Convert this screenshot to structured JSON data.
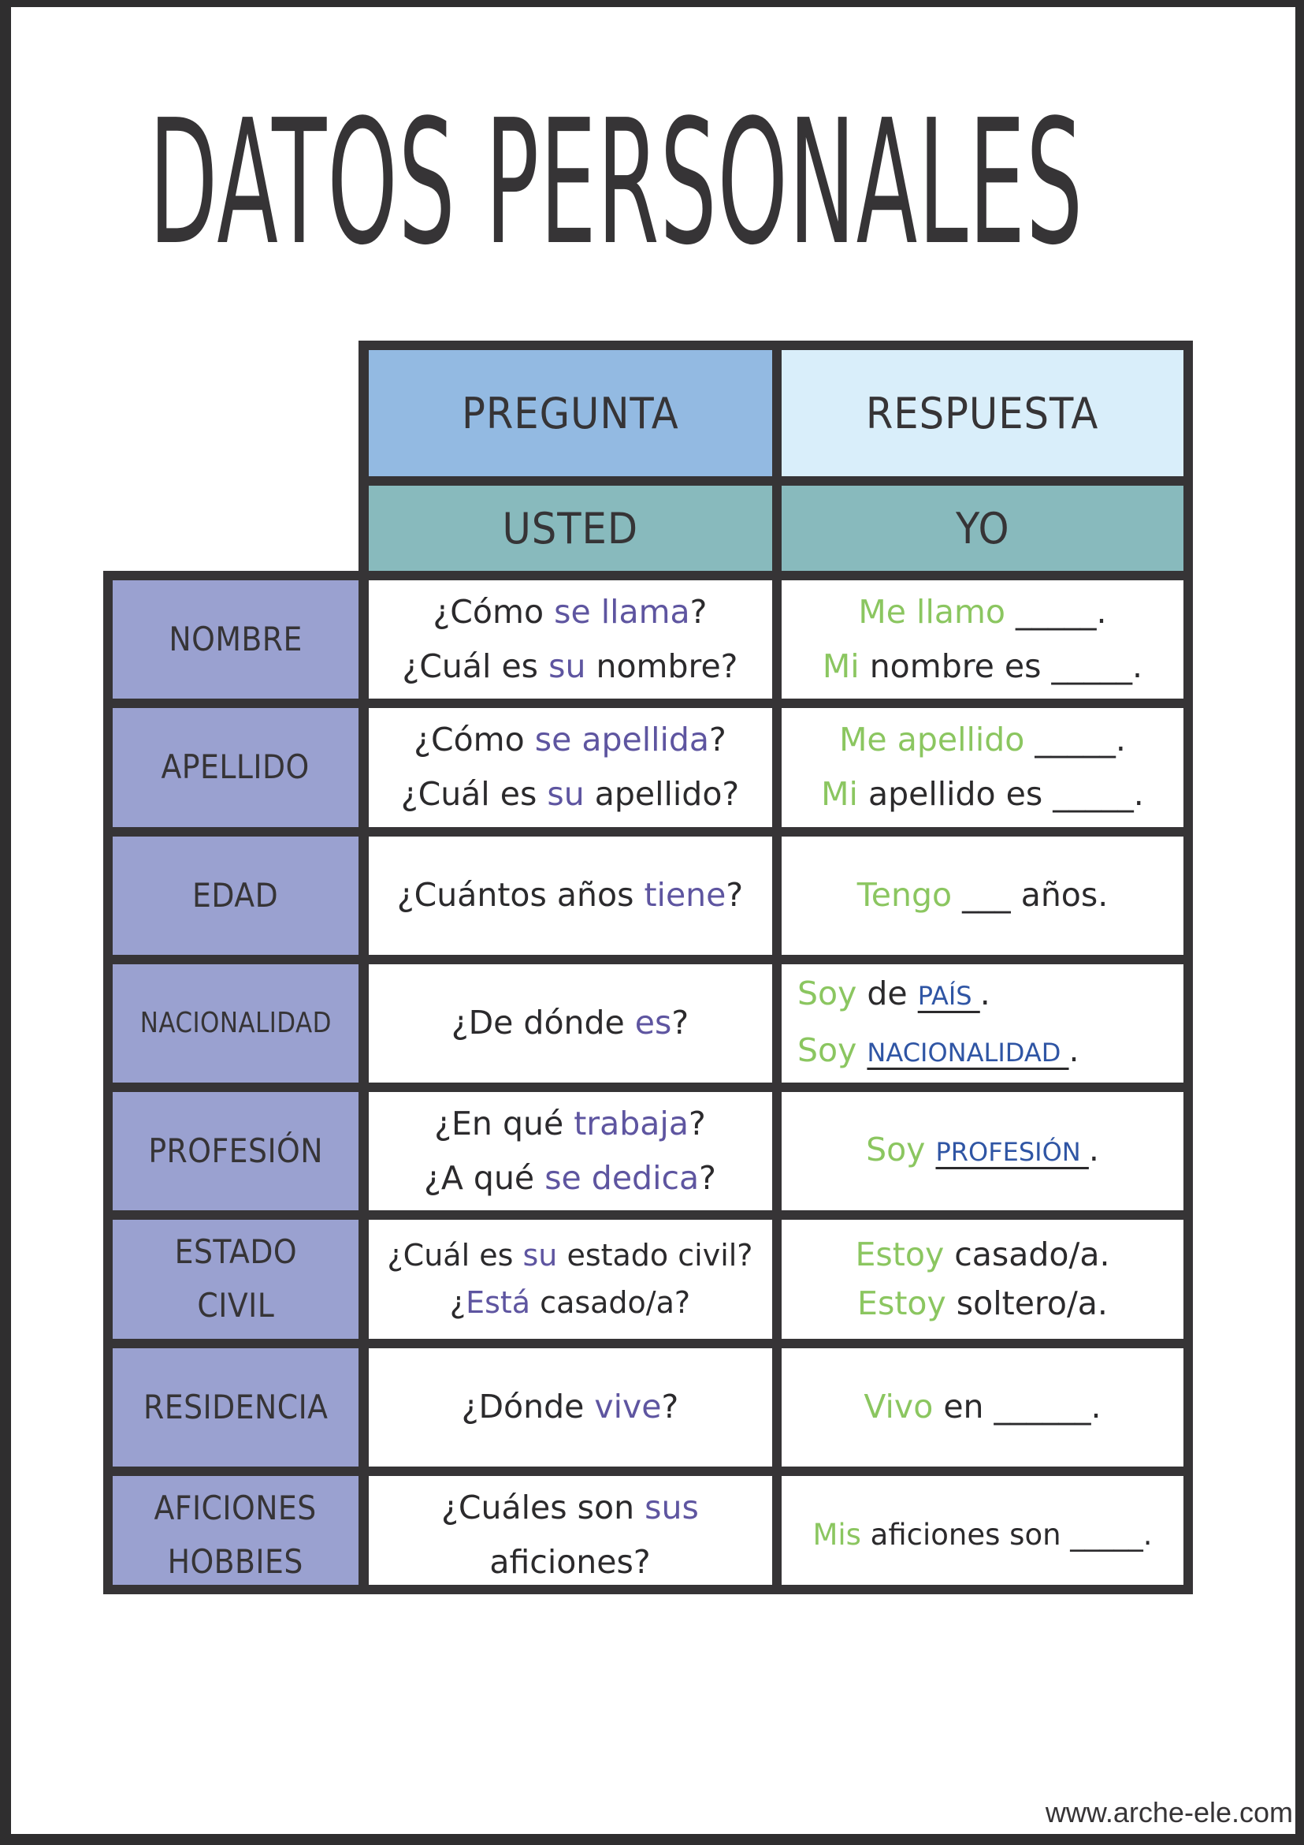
{
  "title": "DATOS PERSONALES",
  "colors": {
    "border": "#363436",
    "header_pregunta_bg": "#93bae2",
    "header_respuesta_bg": "#d9eefa",
    "header_sub_bg": "#88babd",
    "label_bg": "#9aa1d0",
    "question_highlight": "#5e55a0",
    "answer_highlight": "#8bc660",
    "placeholder": "#2f55a4",
    "text": "#2b2a2c"
  },
  "header": {
    "pregunta": "PREGUNTA",
    "respuesta": "RESPUESTA",
    "usted": "USTED",
    "yo": "YO"
  },
  "rows": [
    {
      "label": [
        "NOMBRE"
      ],
      "question": [
        [
          {
            "t": "¿Cómo ",
            "c": "text"
          },
          {
            "t": "se llama",
            "c": "q"
          },
          {
            "t": "?",
            "c": "text"
          }
        ],
        [
          {
            "t": "¿Cuál es ",
            "c": "text"
          },
          {
            "t": "su",
            "c": "q"
          },
          {
            "t": " nombre?",
            "c": "text"
          }
        ]
      ],
      "answer": [
        [
          {
            "t": "Me llamo",
            "c": "a"
          },
          {
            "t": " _____.",
            "c": "text"
          }
        ],
        [
          {
            "t": "Mi",
            "c": "a"
          },
          {
            "t": " nombre es _____.",
            "c": "text"
          }
        ]
      ]
    },
    {
      "label": [
        "APELLIDO"
      ],
      "question": [
        [
          {
            "t": "¿Cómo ",
            "c": "text"
          },
          {
            "t": "se apellida",
            "c": "q"
          },
          {
            "t": "?",
            "c": "text"
          }
        ],
        [
          {
            "t": "¿Cuál es ",
            "c": "text"
          },
          {
            "t": "su",
            "c": "q"
          },
          {
            "t": " apellido?",
            "c": "text"
          }
        ]
      ],
      "answer": [
        [
          {
            "t": "Me apellido",
            "c": "a"
          },
          {
            "t": " _____.",
            "c": "text"
          }
        ],
        [
          {
            "t": "Mi",
            "c": "a"
          },
          {
            "t": " apellido es _____.",
            "c": "text"
          }
        ]
      ]
    },
    {
      "label": [
        "EDAD"
      ],
      "question": [
        [
          {
            "t": "¿Cuántos años ",
            "c": "text"
          },
          {
            "t": "tiene",
            "c": "q"
          },
          {
            "t": "?",
            "c": "text"
          }
        ]
      ],
      "answer": [
        [
          {
            "t": "Tengo",
            "c": "a"
          },
          {
            "t": " ___ años.",
            "c": "text"
          }
        ]
      ]
    },
    {
      "label": [
        "NACIONALIDAD"
      ],
      "label_small": true,
      "question": [
        [
          {
            "t": "¿De dónde ",
            "c": "text"
          },
          {
            "t": "es",
            "c": "q"
          },
          {
            "t": "?",
            "c": "text"
          }
        ]
      ],
      "answer_left": true,
      "answer": [
        [
          {
            "t": "Soy",
            "c": "a"
          },
          {
            "t": " de ",
            "c": "text"
          },
          {
            "t": " PAÍS  ",
            "c": "ph"
          },
          {
            "t": " .",
            "c": "text"
          }
        ],
        [
          {
            "t": "Soy",
            "c": "a"
          },
          {
            "t": " ",
            "c": "text"
          },
          {
            "t": " NACIONALIDAD ",
            "c": "ph"
          },
          {
            "t": " .",
            "c": "text"
          }
        ]
      ]
    },
    {
      "label": [
        "PROFESIÓN"
      ],
      "question": [
        [
          {
            "t": "¿En qué ",
            "c": "text"
          },
          {
            "t": "trabaja",
            "c": "q"
          },
          {
            "t": "?",
            "c": "text"
          }
        ],
        [
          {
            "t": "¿A qué ",
            "c": "text"
          },
          {
            "t": "se dedica",
            "c": "q"
          },
          {
            "t": "?",
            "c": "text"
          }
        ]
      ],
      "answer": [
        [
          {
            "t": "Soy",
            "c": "a"
          },
          {
            "t": " ",
            "c": "text"
          },
          {
            "t": "  PROFESIÓN  ",
            "c": "ph"
          },
          {
            "t": ".",
            "c": "text"
          }
        ]
      ]
    },
    {
      "label": [
        "ESTADO",
        "CIVIL"
      ],
      "question_tight": true,
      "question": [
        [
          {
            "t": "¿Cuál es ",
            "c": "text"
          },
          {
            "t": "su",
            "c": "q"
          },
          {
            "t": " estado civil?",
            "c": "text"
          }
        ],
        [
          {
            "t": "¿",
            "c": "text"
          },
          {
            "t": "Está",
            "c": "q"
          },
          {
            "t": " casado/a?",
            "c": "text"
          }
        ]
      ],
      "answer_tight": true,
      "answer": [
        [
          {
            "t": "Estoy",
            "c": "a"
          },
          {
            "t": " casado/a.",
            "c": "text"
          }
        ],
        [
          {
            "t": "Estoy",
            "c": "a"
          },
          {
            "t": " soltero/a.",
            "c": "text"
          }
        ]
      ]
    },
    {
      "label": [
        "RESIDENCIA"
      ],
      "question": [
        [
          {
            "t": "¿Dónde ",
            "c": "text"
          },
          {
            "t": "vive",
            "c": "q"
          },
          {
            "t": "?",
            "c": "text"
          }
        ]
      ],
      "answer": [
        [
          {
            "t": "Vivo",
            "c": "a"
          },
          {
            "t": " en ______.",
            "c": "text"
          }
        ]
      ]
    },
    {
      "label": [
        "AFICIONES",
        "HOBBIES"
      ],
      "question": [
        [
          {
            "t": "¿Cuáles son ",
            "c": "text"
          },
          {
            "t": "sus",
            "c": "q"
          }
        ],
        [
          {
            "t": "aficiones?",
            "c": "text"
          }
        ]
      ],
      "answer_small": true,
      "answer": [
        [
          {
            "t": "Mis",
            "c": "a"
          },
          {
            "t": " aficiones son _____.",
            "c": "text"
          }
        ]
      ]
    }
  ],
  "footer": "www.arche-ele.com"
}
